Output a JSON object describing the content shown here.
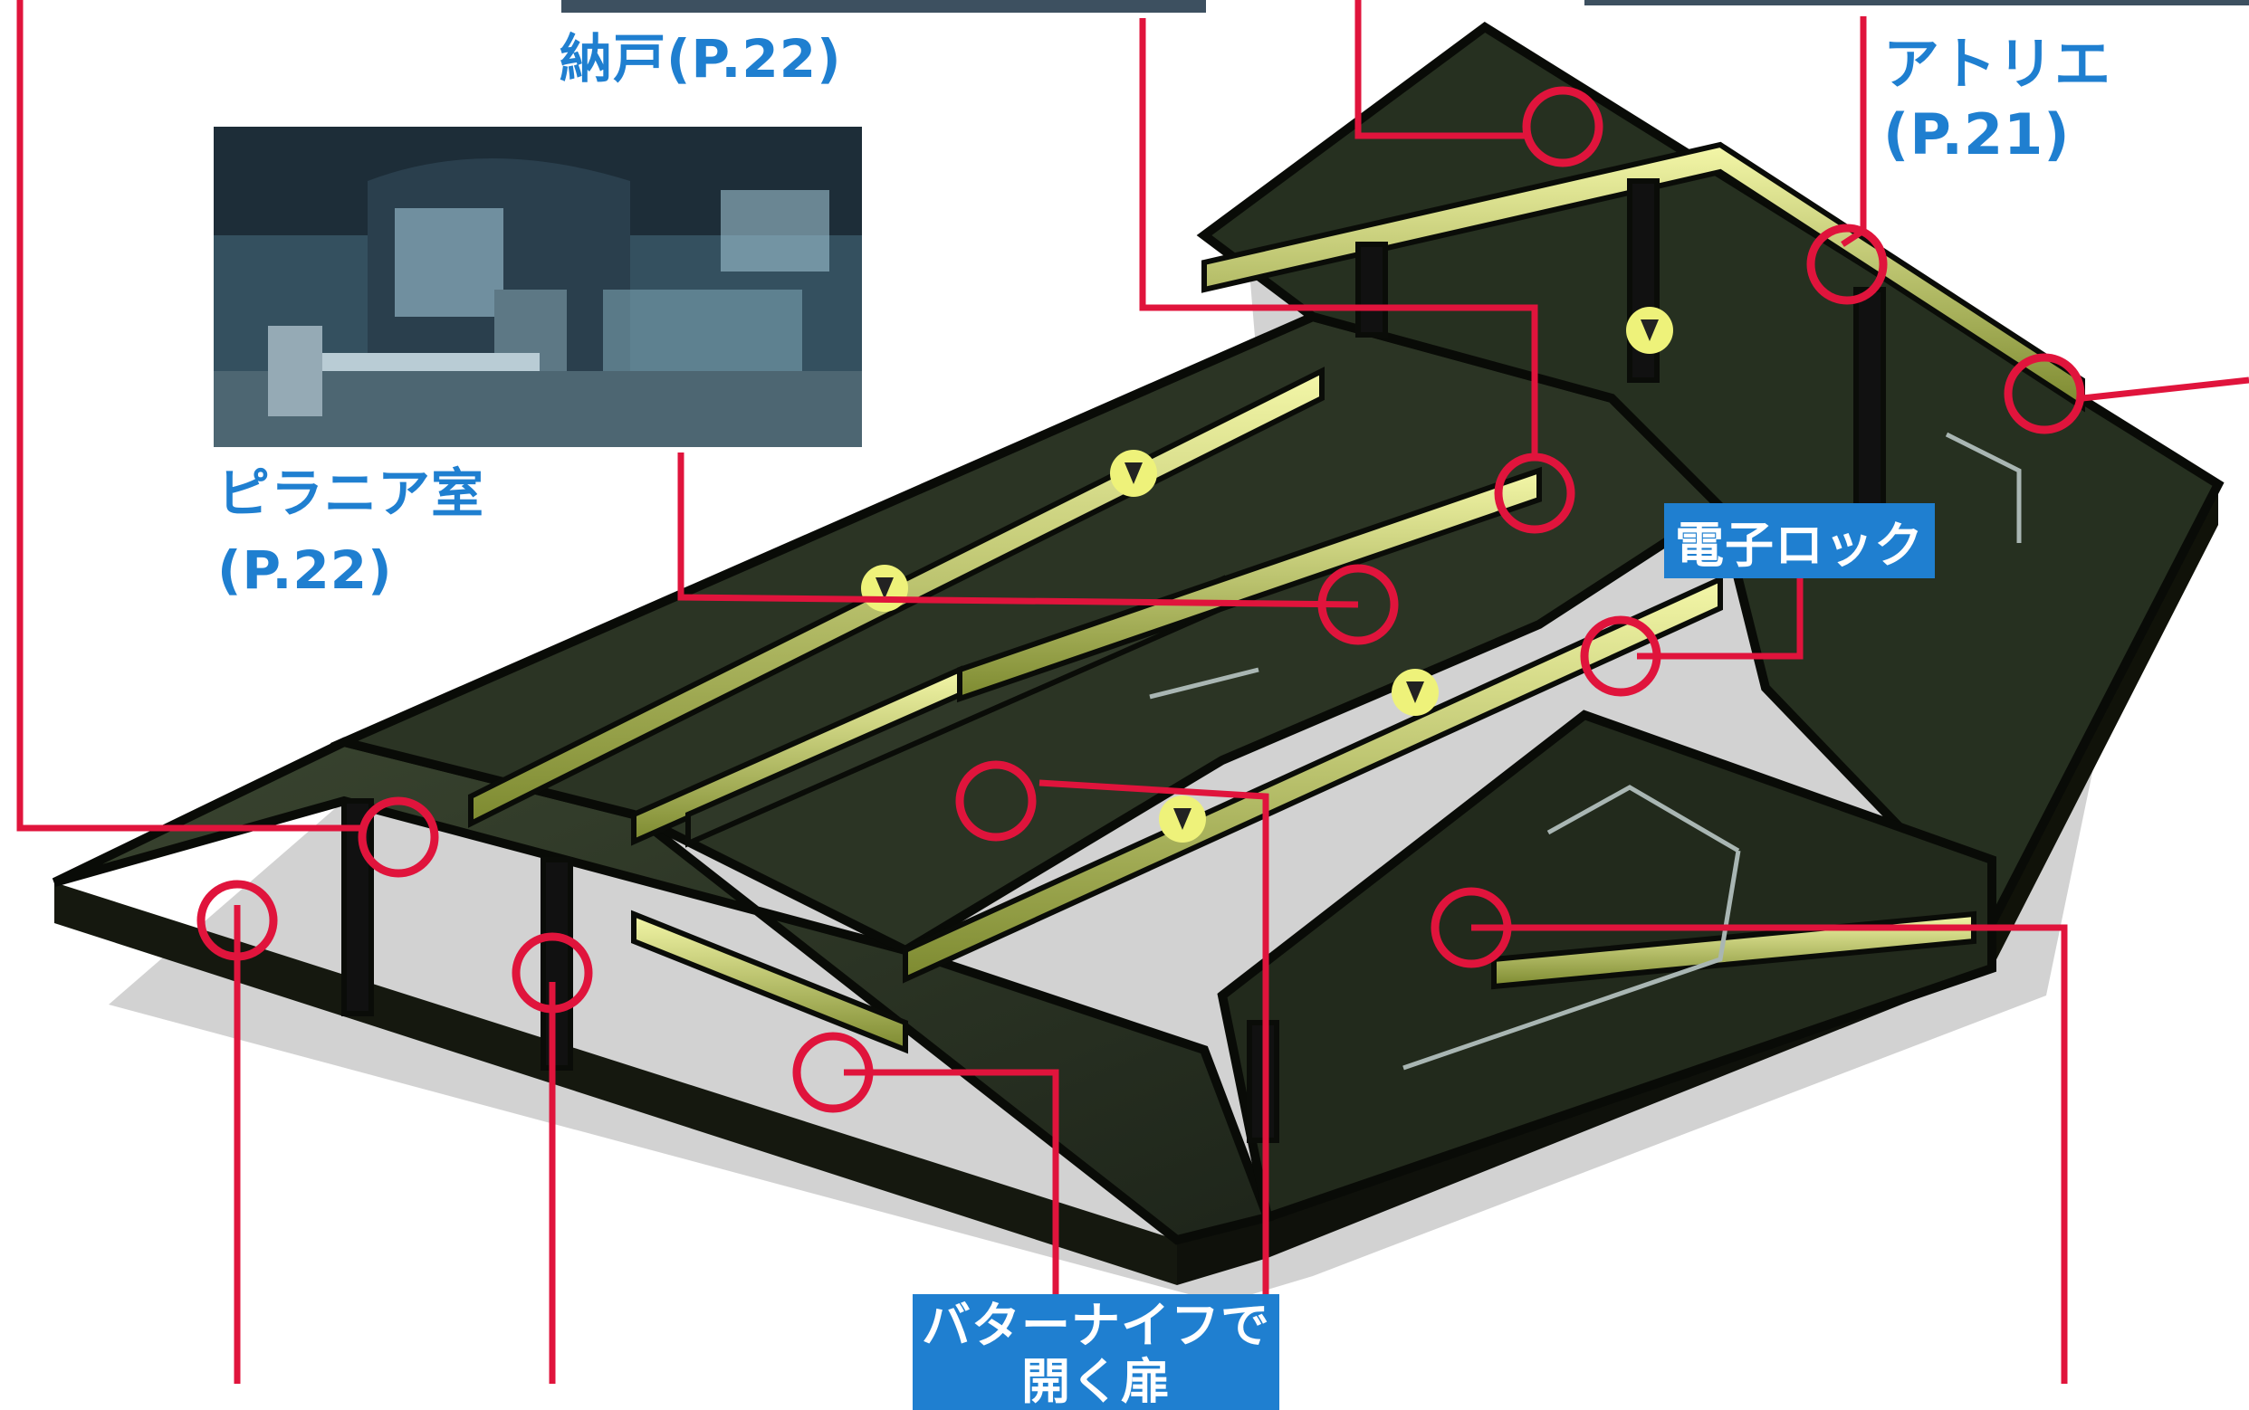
{
  "labels": {
    "storeroom": "納戸(P.22)",
    "atelier_line1": "アトリエ",
    "atelier_line2": "(P.21)",
    "piranha_line1": "ピラニア室",
    "piranha_line2": "(P.22)",
    "electronic_lock": "電子ロック",
    "butter_knife_line1": "バターナイフで",
    "butter_knife_line2": "開く扉"
  },
  "colors": {
    "callout_line": "#e0143c",
    "label_text": "#1f7fd0",
    "tag_bg": "#1f7fd0",
    "floor": "#2c3424",
    "wall_glow": "#d8e070",
    "wall_dark": "#0c0e0a"
  },
  "icons": {
    "down-arrow": "stairs-down-marker",
    "marker": "red-circle-marker"
  }
}
